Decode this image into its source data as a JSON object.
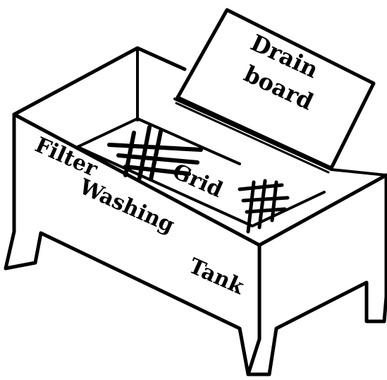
{
  "labels": {
    "drain_line1": "Drain",
    "drain_line2": "board",
    "grid": "Grid",
    "filter": "Filter",
    "washing": "Washing",
    "tank": "Tank"
  }
}
